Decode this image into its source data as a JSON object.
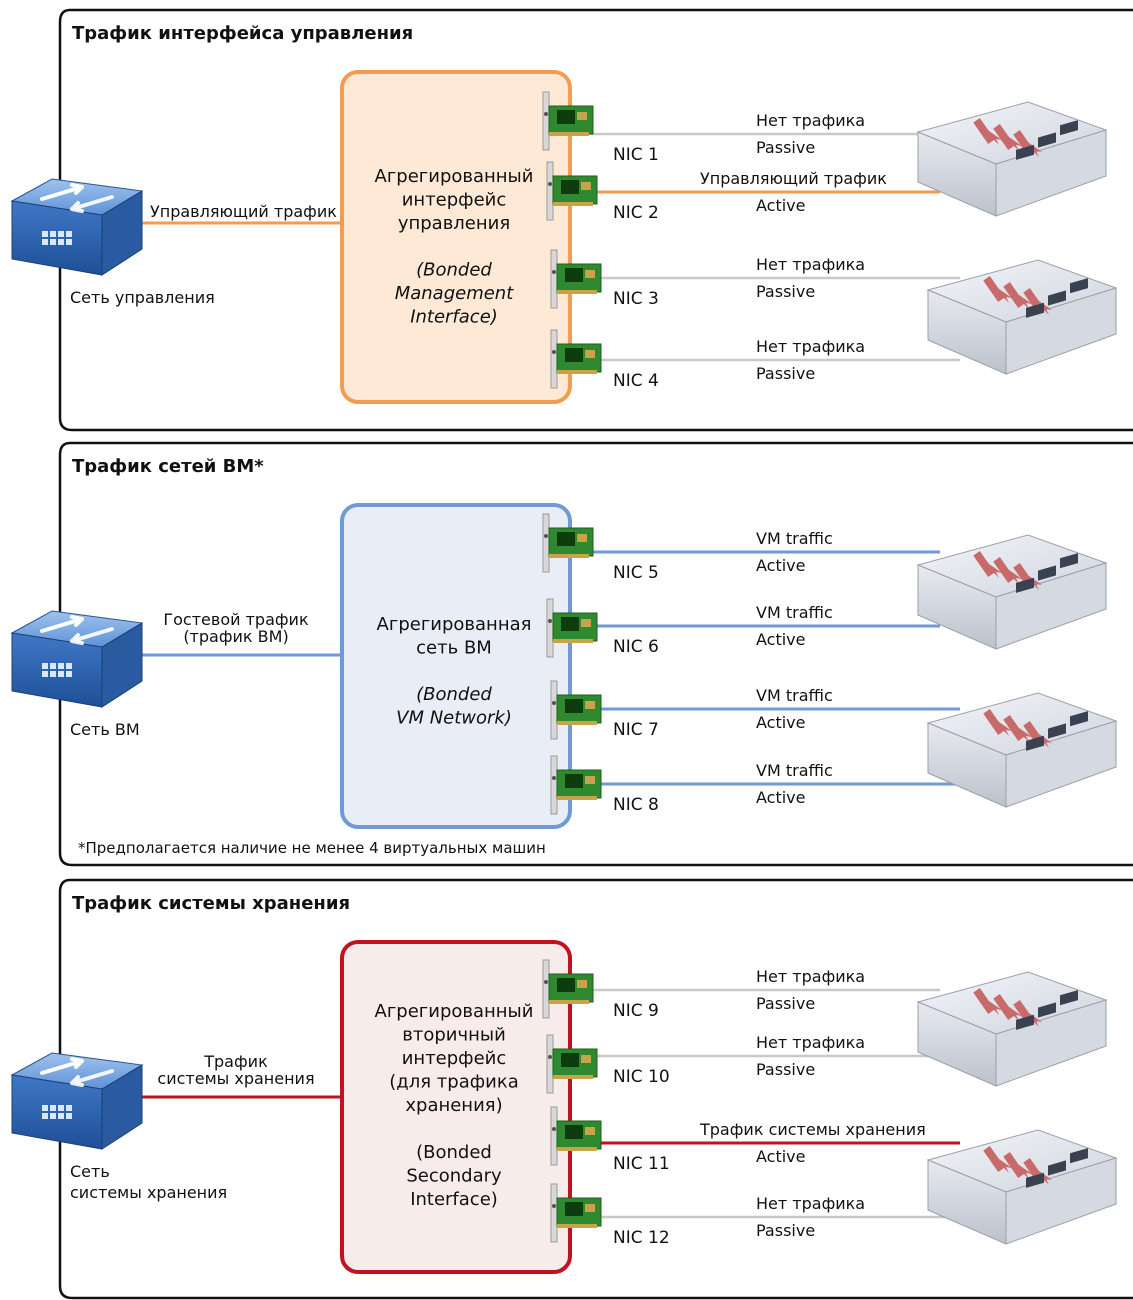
{
  "panels": [
    {
      "title": "Трафик интерфейса управления",
      "color": "#f29c52",
      "fill": "#fde9d5",
      "left_label": "Сеть управления",
      "left_label_lines": [
        "Сеть управления"
      ],
      "link_label_lines": [
        "Управляющий трафик"
      ],
      "bond_lines": [
        "Агрегированный",
        "интерфейс",
        "управления"
      ],
      "bond_italic_lines": [
        "(Bonded",
        "Management",
        "Interface)"
      ],
      "nics": [
        {
          "name": "NIC 1",
          "traffic": "Нет трафика",
          "mode": "Passive",
          "active": false
        },
        {
          "name": "NIC 2",
          "traffic": "Управляющий трафик",
          "mode": "Active",
          "active": true
        },
        {
          "name": "NIC 3",
          "traffic": "Нет трафика",
          "mode": "Passive",
          "active": false
        },
        {
          "name": "NIC 4",
          "traffic": "Нет трафика",
          "mode": "Passive",
          "active": false
        }
      ],
      "footnote": ""
    },
    {
      "title": "Трафик сетей ВМ*",
      "color": "#6f9ad6",
      "fill": "#e9eef6",
      "left_label_lines": [
        "Сеть ВМ"
      ],
      "link_label_lines": [
        "Гостевой трафик",
        "(трафик ВМ)"
      ],
      "bond_lines": [
        "Агрегированная",
        "сеть ВМ"
      ],
      "bond_italic_lines": [
        "(Bonded",
        "VM Network)"
      ],
      "nics": [
        {
          "name": "NIC 5",
          "traffic": "VM traffic",
          "mode": "Active",
          "active": true
        },
        {
          "name": "NIC 6",
          "traffic": "VM traffic",
          "mode": "Active",
          "active": true
        },
        {
          "name": "NIC 7",
          "traffic": "VM traffic",
          "mode": "Active",
          "active": true
        },
        {
          "name": "NIC 8",
          "traffic": "VM traffic",
          "mode": "Active",
          "active": true
        }
      ],
      "footnote": "*Предполагается наличие не менее 4 виртуальных машин"
    },
    {
      "title": "Трафик системы хранения",
      "color": "#c0121f",
      "fill": "#f7ecea",
      "left_label_lines": [
        "Сеть",
        "системы хранения"
      ],
      "link_label_lines": [
        "Трафик",
        "системы хранения"
      ],
      "bond_lines": [
        "Агрегированный",
        "вторичный",
        "интерфейс",
        "(для трафика",
        "хранения)",
        "",
        "(Bonded",
        "Secondary",
        "Interface)"
      ],
      "bond_italic_lines": [],
      "nics": [
        {
          "name": "NIC 9",
          "traffic": "Нет трафика",
          "mode": "Passive",
          "active": false
        },
        {
          "name": "NIC 10",
          "traffic": "Нет трафика",
          "mode": "Passive",
          "active": false
        },
        {
          "name": "NIC 11",
          "traffic": "Трафик системы хранения",
          "mode": "Active",
          "active": true
        },
        {
          "name": "NIC 12",
          "traffic": "Нет трафика",
          "mode": "Passive",
          "active": false
        }
      ],
      "footnote": ""
    }
  ],
  "colors": {
    "passive_line": "#c8c8c8",
    "panel_border": "#111111",
    "switch_top": "#dde1ea",
    "switch_arrow": "#c96a6a",
    "network_box": "#3a6fc0",
    "nic_board": "#2f8a2f"
  },
  "icons": [
    "network-switch-icon",
    "nic-card-icon",
    "physical-switch-icon"
  ]
}
